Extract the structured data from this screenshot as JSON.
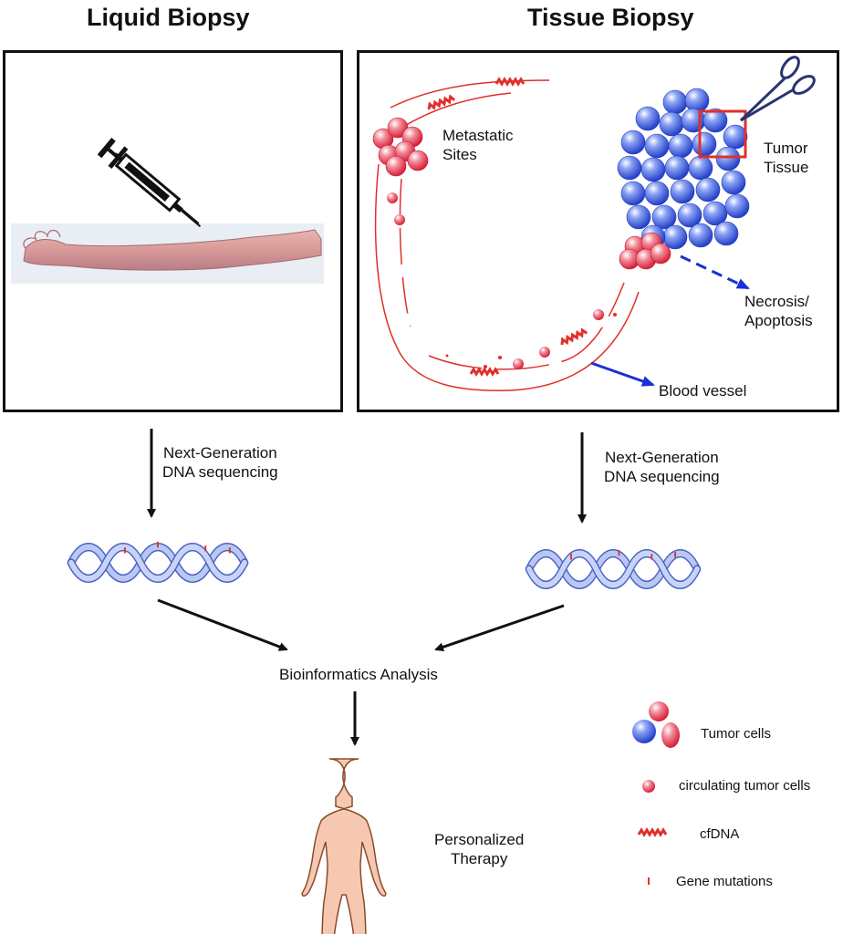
{
  "titles": {
    "liquid": "Liquid Biopsy",
    "tissue": "Tissue Biopsy"
  },
  "tissue_panel": {
    "metastatic": [
      "Metastatic",
      "Sites"
    ],
    "tumor": [
      "Tumor",
      "Tissue"
    ],
    "necrosis": [
      "Necrosis/",
      "Apoptosis"
    ],
    "vessel": "Blood vessel"
  },
  "steps": {
    "ngs_left": [
      "Next-Generation",
      "DNA sequencing"
    ],
    "ngs_right": [
      "Next-Generation",
      "DNA sequencing"
    ],
    "bioinfo": "Bioinformatics Analysis",
    "therapy": [
      "Personalized",
      "Therapy"
    ]
  },
  "legend": {
    "tumor_cells": "Tumor cells",
    "ctc": "circulating tumor cells",
    "cfdna": "cfDNA",
    "mutations": "Gene mutations"
  },
  "colors": {
    "tumor_blue": "#3a5bd9",
    "tumor_red": "#e0303a",
    "vessel": "#e0302a",
    "arrow_blue": "#1a2fd6",
    "dna": "#9fb4ea",
    "skin": "#f6c8b2"
  },
  "icons": [
    "syringe-icon",
    "arm-image",
    "scissors-icon",
    "dna-helix-icon",
    "human-figure-icon"
  ]
}
